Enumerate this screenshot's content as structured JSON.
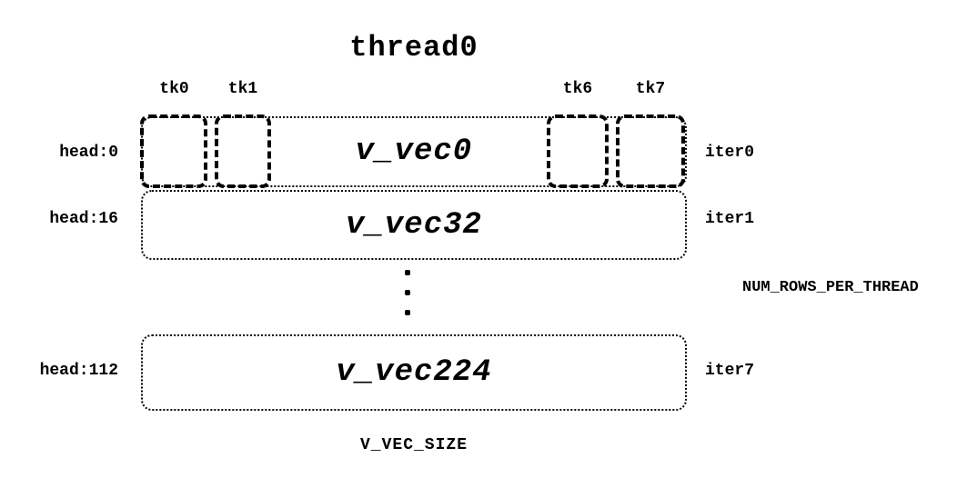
{
  "title": "thread0",
  "tk_labels": [
    "tk0",
    "tk1",
    "tk6",
    "tk7"
  ],
  "rows": [
    {
      "head": "head:0",
      "vec": "v_vec0",
      "iter": "iter0"
    },
    {
      "head": "head:16",
      "vec": "v_vec32",
      "iter": "iter1"
    },
    {
      "head": "head:112",
      "vec": "v_vec224",
      "iter": "iter7"
    }
  ],
  "annotations": {
    "num_rows_label": "NUM_ROWS_PER_THREAD",
    "size_label": "V_VEC_SIZE"
  },
  "colors": {
    "ink": "#000000",
    "background": "#ffffff"
  }
}
